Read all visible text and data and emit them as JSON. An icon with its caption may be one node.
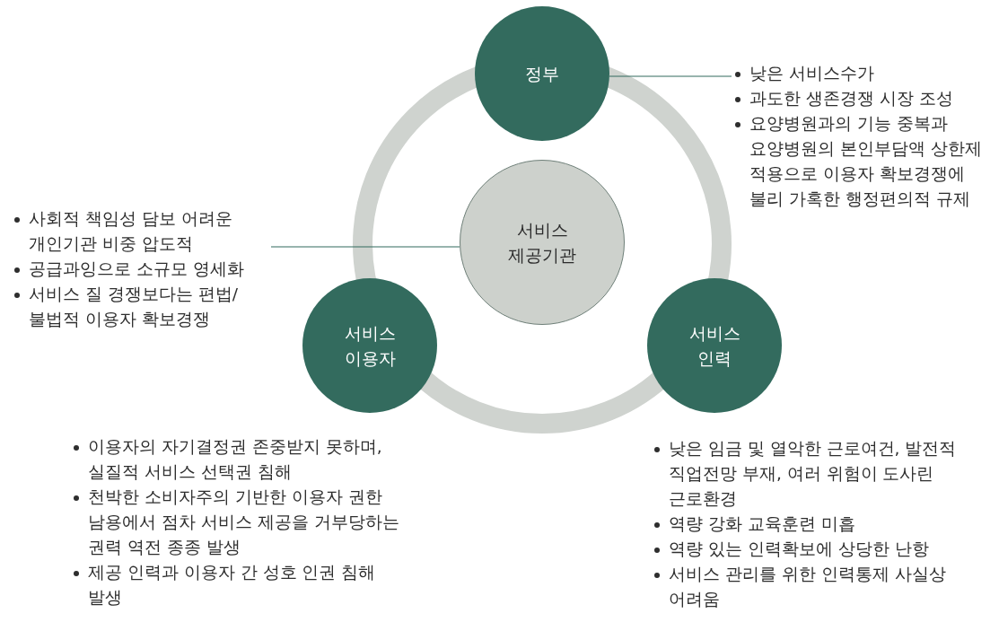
{
  "diagram": {
    "nodes": [
      {
        "text": [
          "정부"
        ]
      },
      {
        "text": [
          "서비스 제공기관"
        ]
      },
      {
        "text": [
          "서비스 이용자"
        ],
        "beside": [
          "이용자의 자기결정권 존중받지 못하며, 실질적 서비스 선택권 침해",
          "천박한 소비자주의 기반한 이용자 권한 남용에서 점차 서비스 제공을 거부당하는 권력 역전 종종 발생",
          "제공 인력과 이용자 간 성호 인권 침해 발생"
        ]
      },
      {
        "text": [
          "서비스 인력"
        ],
        "beside": [
          "낮은 임금 및 열악한 근로여건, 발전적 직업전망 부재, 여러 위험이 도사린 근로환경",
          "역량 강화 교육훈련 미흡",
          "역량 있는 인력확보에 상당한 난항",
          "서비스 관리를 위한 인력통제 사실상 어려움"
        ]
      },
      {
        "text": [
          "낮은 서비스수가",
          "과도한 생존경쟁 시장 조성",
          "요양병원과의 기능 중복과 요양병원의 본인부담액 상한제 적용으로 이용자 확보경쟁에 불리 가혹한 행정편의적 규제"
        ]
      },
      {
        "text": [
          "사회적 책임성 담보 어려운 개인기관 비중 압도적",
          "공급과잉으로 소규모 영세화",
          "서비스 질 경쟁보다는 편법/불법적 이용자 확보경쟁"
        ]
      }
    ],
    "edges": [
      {
        "from": 0,
        "to": 4,
        "arrow": "none"
      },
      {
        "from": 5,
        "to": 1,
        "arrow": "none"
      }
    ]
  }
}
